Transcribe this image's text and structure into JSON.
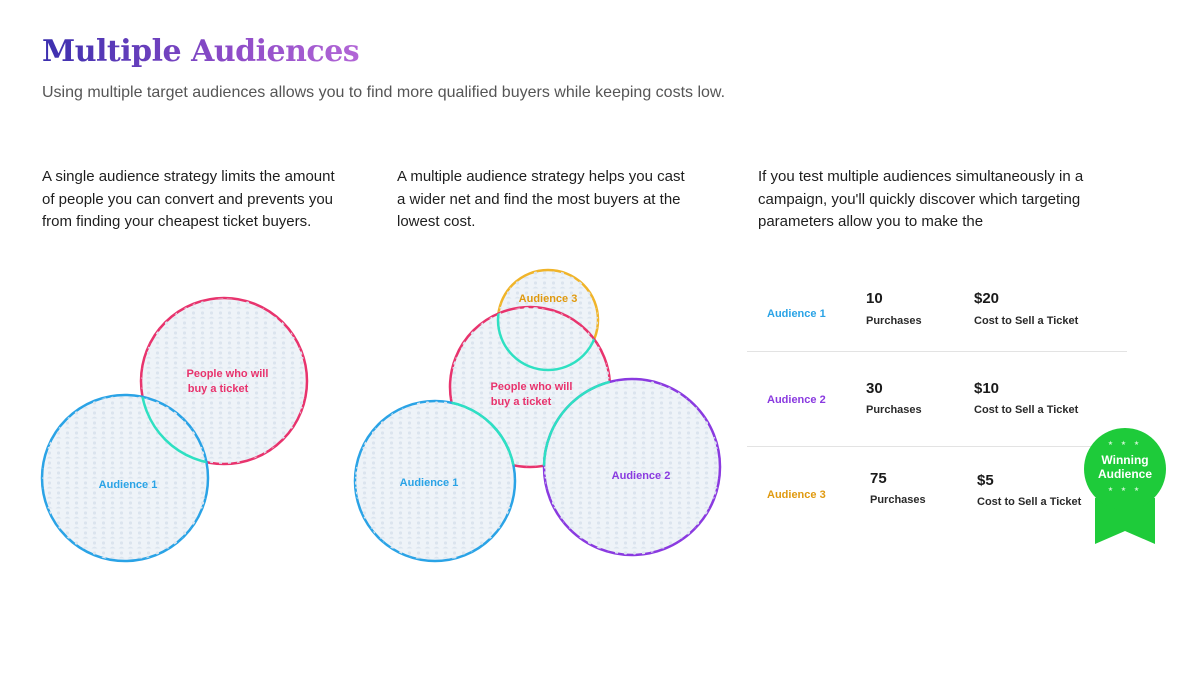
{
  "header": {
    "title": "Multiple Audiences",
    "subtitle": "Using multiple target audiences allows you to find more qualified buyers while keeping costs low."
  },
  "columns": [
    {
      "text": "A single audience strategy limits the amount of people you can convert and prevents you from finding your cheapest ticket buyers."
    },
    {
      "text": "A multiple audience strategy helps you cast a wider net and find the most buyers at the lowest cost."
    },
    {
      "text": "If you test multiple audiences simultaneously in a campaign, you'll quickly discover which targeting parameters allow you to make the"
    }
  ],
  "diagram1": {
    "buyers_label": [
      "People who will",
      "buy a ticket"
    ],
    "audience_label": "Audience 1"
  },
  "diagram2": {
    "buyers_label": [
      "People who will",
      "buy a ticket"
    ],
    "audience1_label": "Audience 1",
    "audience2_label": "Audience 2",
    "audience3_label": "Audience 3"
  },
  "colors": {
    "buyers": "#e8336d",
    "audience1": "#2aa3e6",
    "audience2": "#8a3ae0",
    "audience3": "#f0b429",
    "overlap": "#2ee0c2",
    "fill": "#eef3f8",
    "winner": "#1ecb3a"
  },
  "results": {
    "rows": [
      {
        "audience": "Audience 1",
        "purchases": "10",
        "purchases_label": "Purchases",
        "cost": "$20",
        "cost_label": "Cost to Sell a Ticket",
        "color": "#2aa3e6"
      },
      {
        "audience": "Audience 2",
        "purchases": "30",
        "purchases_label": "Purchases",
        "cost": "$10",
        "cost_label": "Cost to Sell a Ticket",
        "color": "#8a3ae0"
      },
      {
        "audience": "Audience 3",
        "purchases": "75",
        "purchases_label": "Purchases",
        "cost": "$5",
        "cost_label": "Cost to Sell a Ticket",
        "color": "#f0b429"
      }
    ],
    "badge": {
      "line1": "Winning",
      "line2": "Audience",
      "stars": "★ ★ ★"
    }
  }
}
